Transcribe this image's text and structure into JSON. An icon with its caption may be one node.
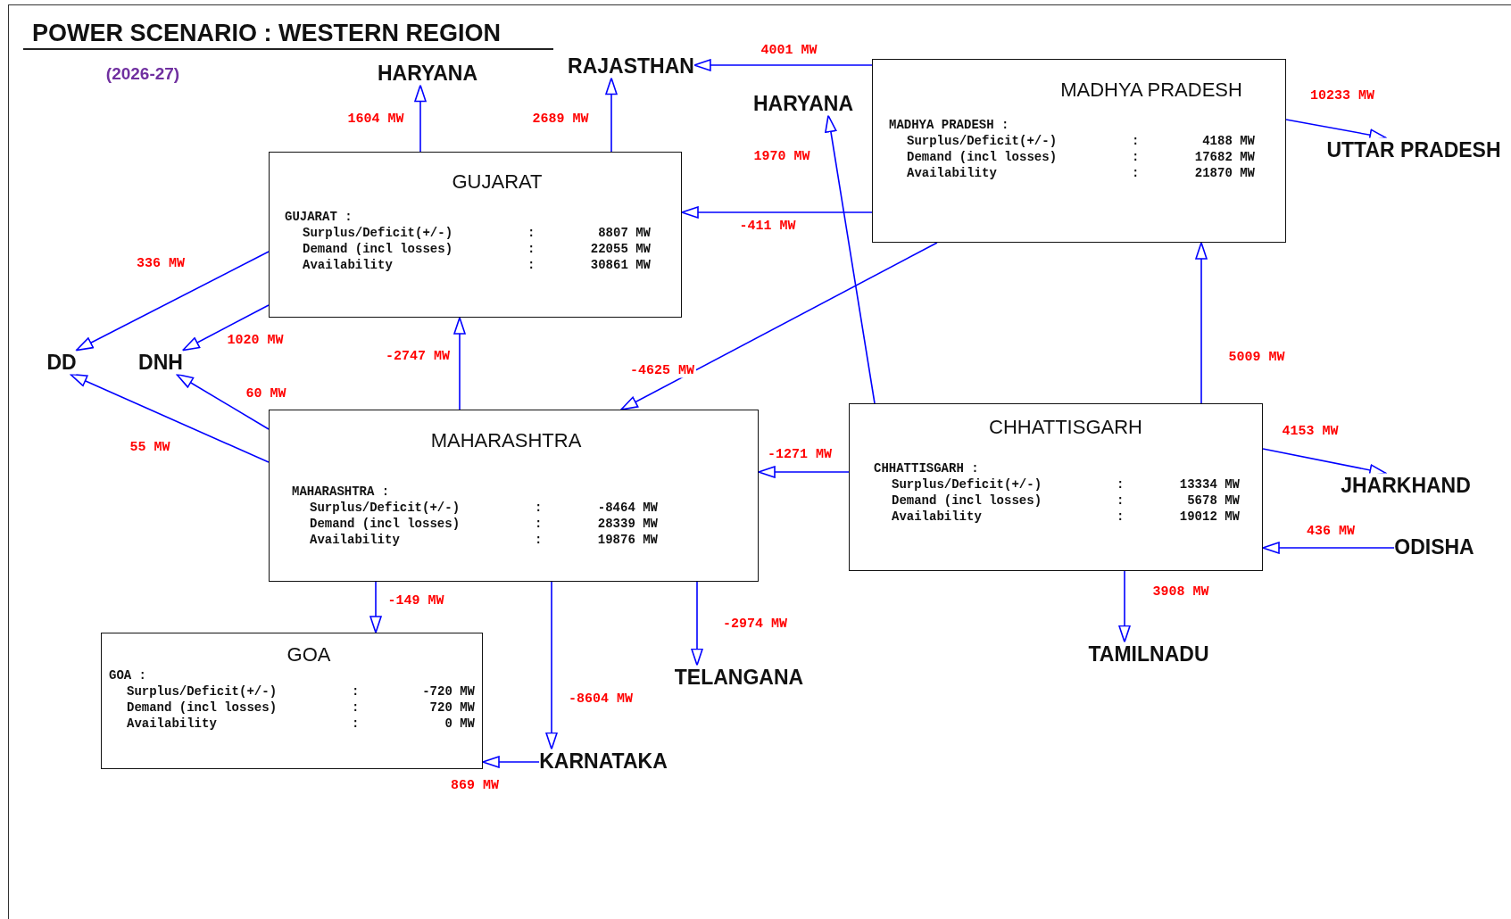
{
  "diagram": {
    "title": "POWER SCENARIO :  WESTERN REGION",
    "nodes": [
      {
        "text": [
          "GUJARAT",
          "GUJARAT :",
          "Surplus/Deficit(+/-)",
          ":",
          "8807 MW",
          "Demand (incl losses)",
          ":",
          "22055 MW",
          "Availability",
          ":",
          "30861 MW"
        ]
      },
      {
        "text": [
          "MADHYA PRADESH",
          "MADHYA PRADESH :",
          "Surplus/Deficit(+/-)",
          ":",
          "4188 MW",
          "Demand (incl losses)",
          ":",
          "17682 MW",
          "Availability",
          ":",
          "21870 MW"
        ]
      },
      {
        "text": [
          "MAHARASHTRA",
          "MAHARASHTRA :",
          "Surplus/Deficit(+/-)",
          ":",
          "-8464 MW",
          "Demand (incl losses)",
          ":",
          "28339 MW",
          "Availability",
          ":",
          "19876 MW"
        ]
      },
      {
        "text": [
          "CHHATTISGARH",
          "CHHATTISGARH :",
          "Surplus/Deficit(+/-)",
          ":",
          "13334 MW",
          "Demand (incl losses)",
          ":",
          "5678 MW",
          "Availability",
          ":",
          "19012 MW"
        ]
      },
      {
        "text": [
          "GOA",
          "GOA :",
          "Surplus/Deficit(+/-)",
          ":",
          "-720 MW",
          "Demand (incl losses)",
          ":",
          "720 MW",
          "Availability",
          ":",
          "0 MW"
        ]
      },
      {
        "text": [
          "HARYANA"
        ]
      },
      {
        "text": [
          "RAJASTHAN"
        ]
      },
      {
        "text": [
          "HARYANA"
        ]
      },
      {
        "text": [
          "UTTAR PRADESH"
        ]
      },
      {
        "text": [
          "DD"
        ]
      },
      {
        "text": [
          "DNH"
        ]
      },
      {
        "text": [
          "JHARKHAND"
        ]
      },
      {
        "text": [
          "ODISHA"
        ]
      },
      {
        "text": [
          "TELANGANA"
        ]
      },
      {
        "text": [
          "TAMILNADU"
        ]
      },
      {
        "text": [
          "KARNATAKA"
        ]
      }
    ],
    "edges": [
      {
        "from": 0,
        "to": 5,
        "arrow": "to",
        "label": "1604 MW"
      },
      {
        "from": 0,
        "to": 6,
        "arrow": "to",
        "label": "2689 MW"
      },
      {
        "from": 1,
        "to": 6,
        "arrow": "to",
        "label": "4001 MW"
      },
      {
        "from": 1,
        "to": 0,
        "arrow": "to",
        "label": "-411 MW"
      },
      {
        "from": 1,
        "to": 2,
        "arrow": "to",
        "label": "-4625 MW"
      },
      {
        "from": 3,
        "to": 7,
        "arrow": "to",
        "label": "1970 MW"
      },
      {
        "from": 3,
        "to": 1,
        "arrow": "to",
        "label": "5009 MW"
      },
      {
        "from": 1,
        "to": 8,
        "arrow": "to",
        "label": "10233 MW"
      },
      {
        "from": 3,
        "to": 11,
        "arrow": "to",
        "label": "4153 MW"
      },
      {
        "from": 12,
        "to": 3,
        "arrow": "to",
        "label": "436 MW"
      },
      {
        "from": 3,
        "to": 14,
        "arrow": "to",
        "label": "3908 MW"
      },
      {
        "from": 3,
        "to": 2,
        "arrow": "to",
        "label": "-1271 MW"
      },
      {
        "from": 2,
        "to": 0,
        "arrow": "to",
        "label": "-2747 MW"
      },
      {
        "from": 0,
        "to": 9,
        "arrow": "to",
        "label": "336 MW"
      },
      {
        "from": 0,
        "to": 10,
        "arrow": "to",
        "label": "1020 MW"
      },
      {
        "from": 2,
        "to": 9,
        "arrow": "to",
        "label": "55 MW"
      },
      {
        "from": 2,
        "to": 10,
        "arrow": "to",
        "label": "60 MW"
      },
      {
        "from": 2,
        "to": 4,
        "arrow": "to",
        "label": "-149 MW"
      },
      {
        "from": 2,
        "to": 15,
        "arrow": "to",
        "label": "-8604 MW"
      },
      {
        "from": 2,
        "to": 13,
        "arrow": "to",
        "label": "-2974 MW"
      },
      {
        "from": 15,
        "to": 4,
        "arrow": "to",
        "label": "869 MW"
      }
    ],
    "labels": [
      "(2026-27)"
    ]
  }
}
